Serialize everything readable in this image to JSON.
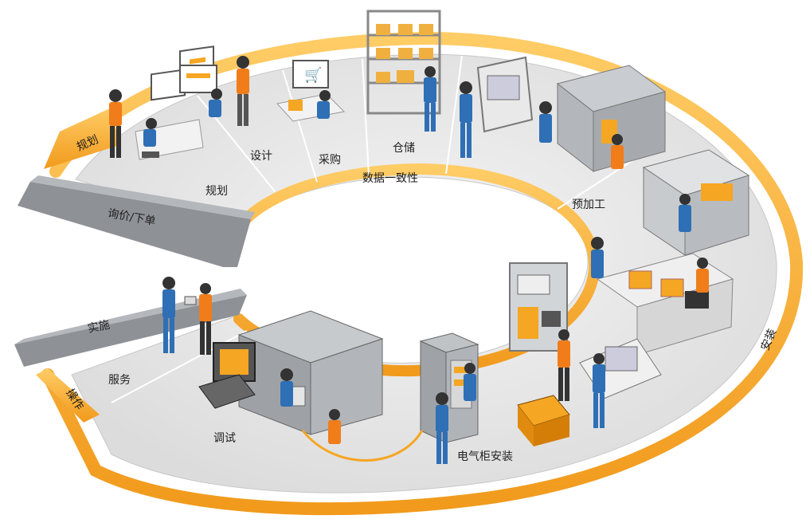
{
  "labels": {
    "band_planning": "规划",
    "band_install": "安装",
    "band_operate": "操作",
    "inquiry": "询价/下单",
    "implement": "实施",
    "data_consistency": "数据一致性",
    "planning": "规划",
    "design": "设计",
    "purchase": "采购",
    "warehouse": "仓储",
    "preprocess": "预加工",
    "cabinet_install": "电气柜安装",
    "commissioning": "调试",
    "service": "服务"
  },
  "colors": {
    "orange": "#f5a623",
    "orange_dark": "#e0871a",
    "orange_light": "#ffd98a",
    "ring_grey": "#e6e6e6",
    "ring_grey_dark": "#c9c9c9",
    "band_grey": "#8a8d91",
    "worker_blue": "#2e6fb5",
    "worker_orange": "#f07d1a",
    "machine_grey": "#a9adb2"
  }
}
